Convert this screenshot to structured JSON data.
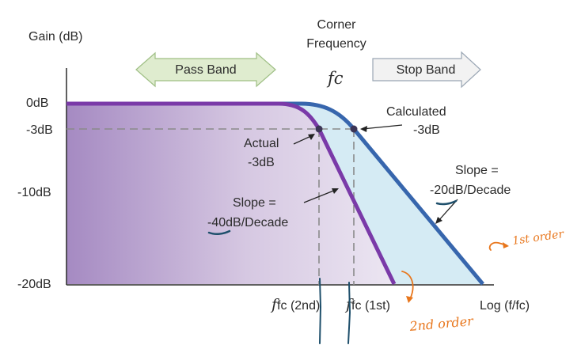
{
  "diagram": {
    "y_axis_label": "Gain (dB)",
    "y_ticks": [
      "0dB",
      "-3dB",
      "-10dB",
      "-20dB"
    ],
    "x_axis_label": "Log (f/fc)",
    "corner_frequency_label": [
      "Corner",
      "Frequency"
    ],
    "fc_symbol": "fc",
    "pass_band_label": "Pass Band",
    "stop_band_label": "Stop Band",
    "actual_label": [
      "Actual",
      "-3dB"
    ],
    "calculated_label": [
      "Calculated",
      "-3dB"
    ],
    "slope_40_label": [
      "Slope =",
      "-40dB/Decade"
    ],
    "slope_20_label": [
      "Slope =",
      "-20dB/Decade"
    ],
    "fc_2nd_label": "fc (2nd)",
    "fc_1st_label": "fc (1st)"
  },
  "handwritten": {
    "first_order": "1st order",
    "second_order": "2nd order"
  },
  "colors": {
    "second_order_curve": "#7a3aa8",
    "first_order_curve": "#3766ad",
    "pass_band_arrow": "#dfeccf",
    "stop_band_arrow": "#f2f2f2",
    "annotation_ink": "#e8761c"
  }
}
